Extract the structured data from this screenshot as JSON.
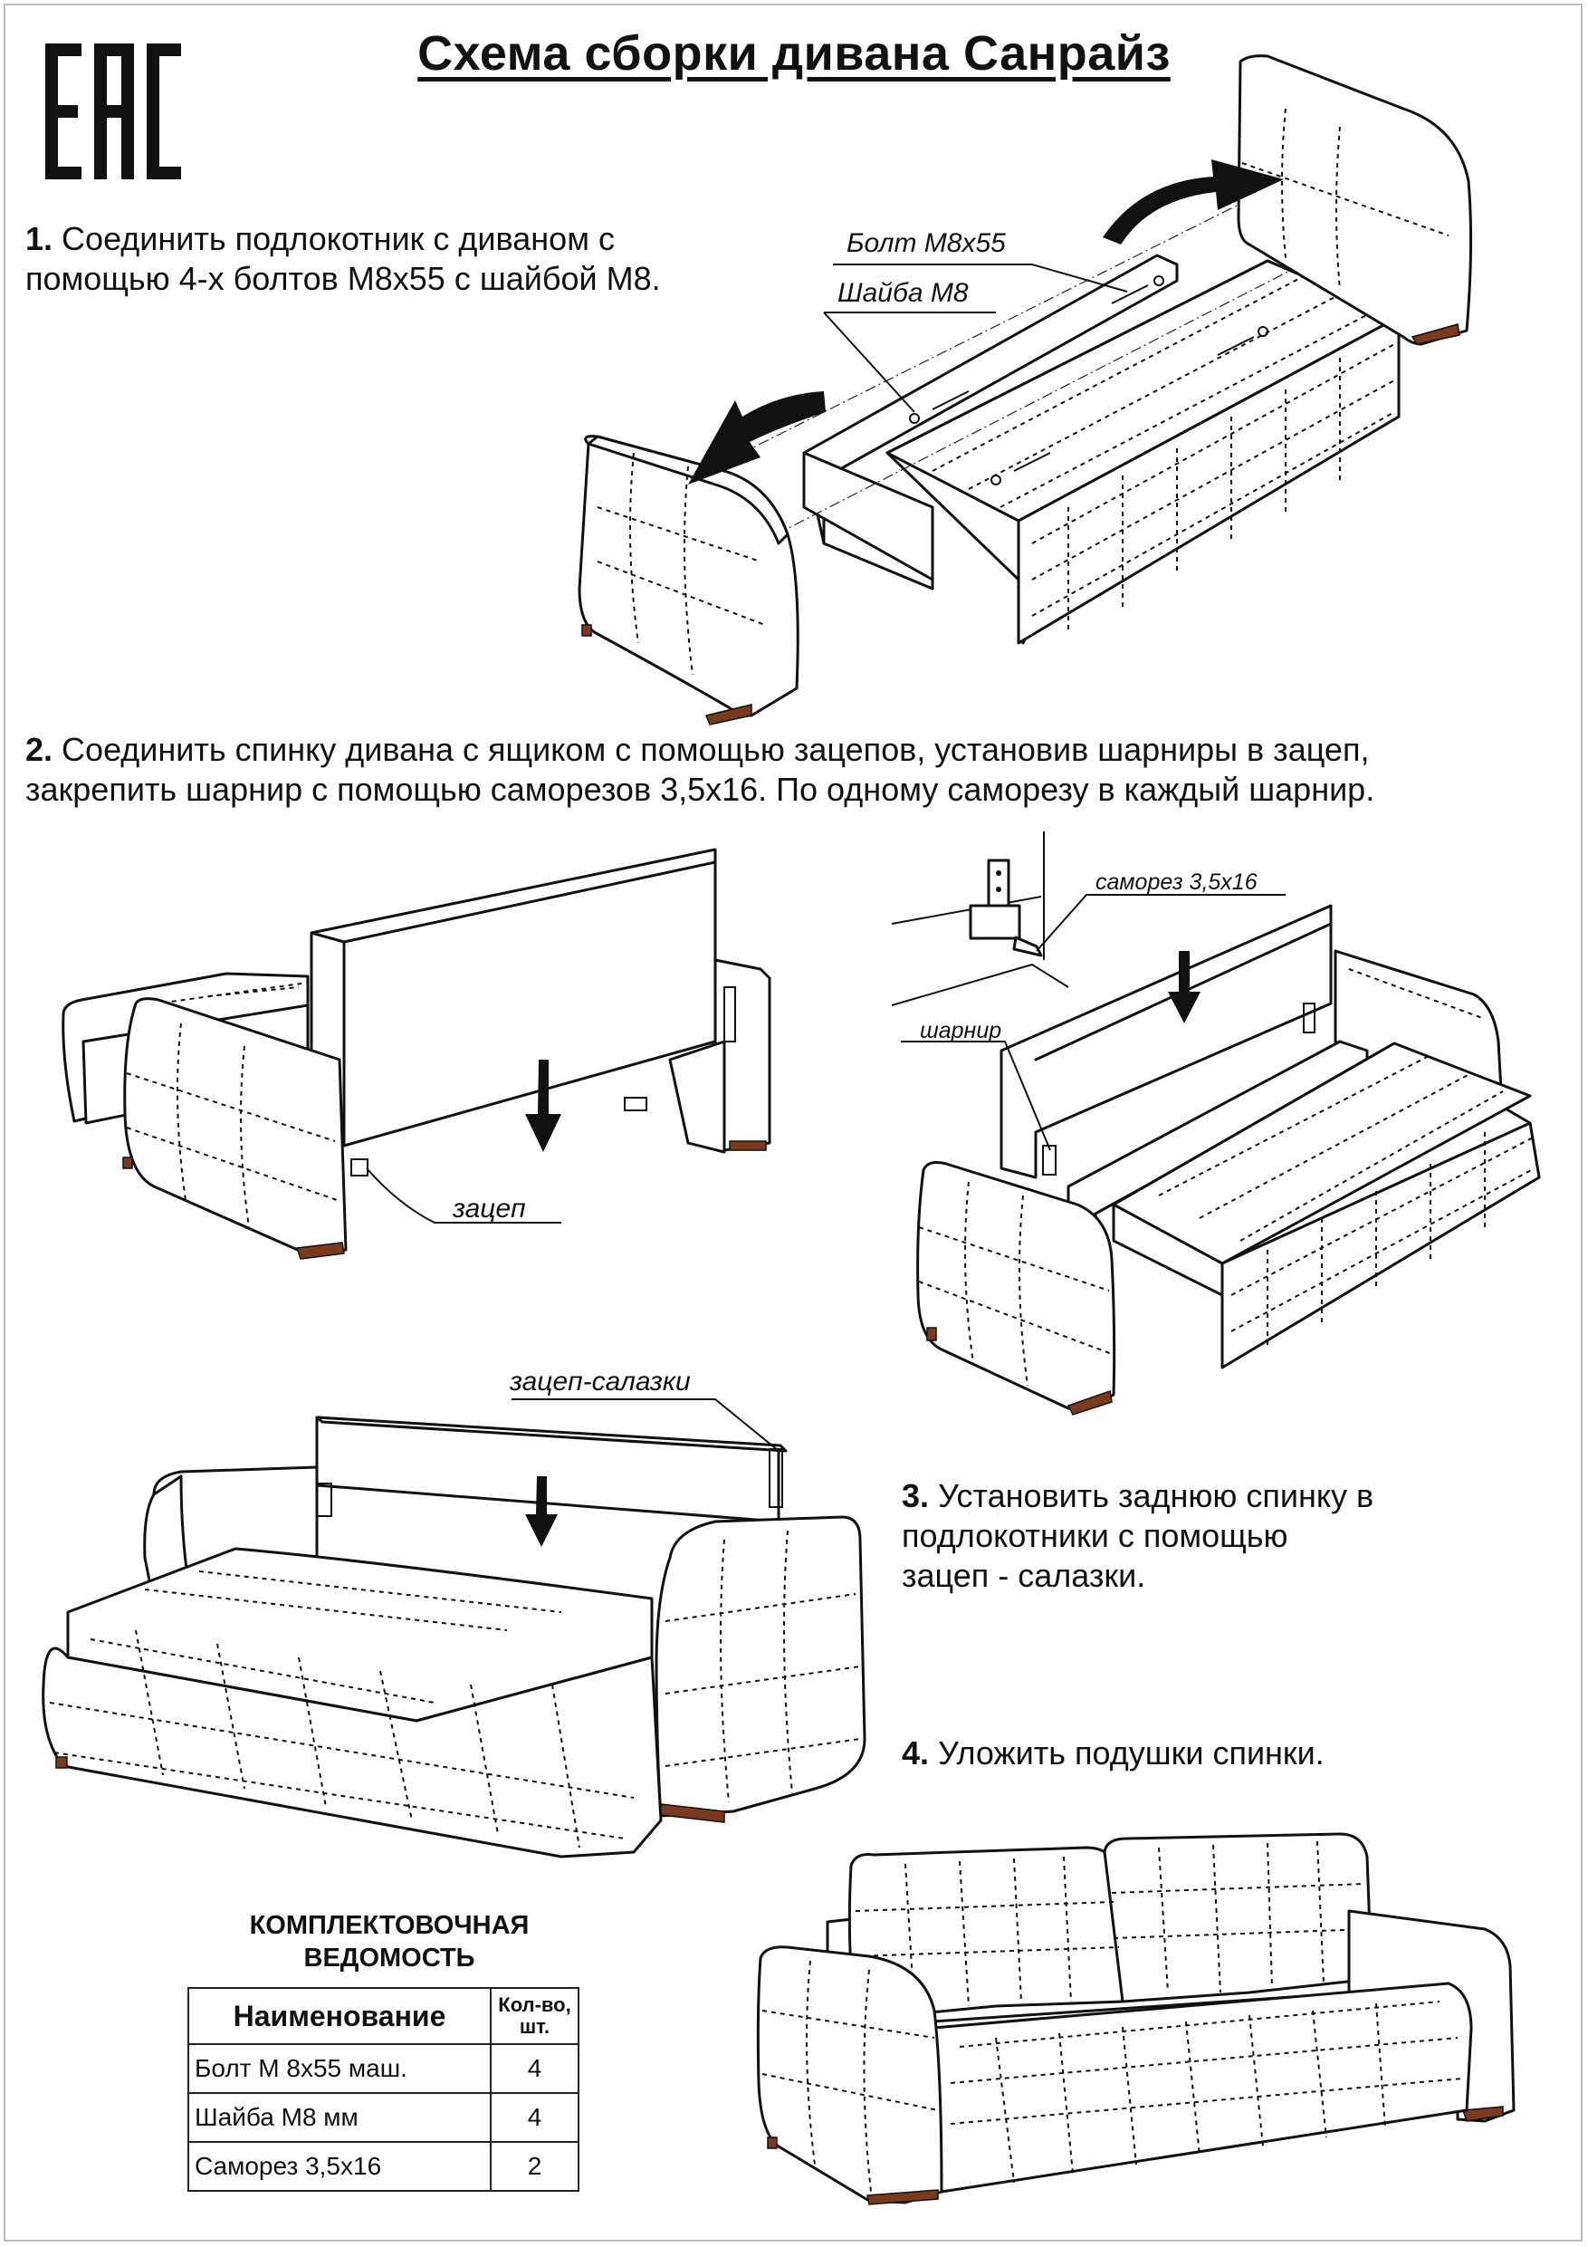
{
  "logo": {
    "text": "EAC"
  },
  "title": "Схема сборки дивана Санрайз",
  "steps": [
    {
      "num": "1.",
      "text": "Соединить подлокотник с диваном с\nпомощью 4-х болтов М8х55 с шайбой М8."
    },
    {
      "num": "2.",
      "text": "Соединить спинку дивана с ящиком  с помощью зацепов, установив шарниры в зацеп,\nзакрепить шарнир с помощью саморезов 3,5х16. По одному саморезу в каждый шарнир."
    },
    {
      "num": "3.",
      "text": "Установить заднюю спинку в\nподлокотники с помощью\nзацеп - салазки."
    },
    {
      "num": "4.",
      "text": "Уложить подушки спинки."
    }
  ],
  "callouts": {
    "bolt": "Болт М8х55",
    "washer": "Шайба М8",
    "hook": "зацеп",
    "screw": "саморез 3,5х16",
    "hinge": "шарнир",
    "slide_hook": "зацеп-салазки"
  },
  "spec": {
    "title": "КОМПЛЕКТОВОЧНАЯ\nВЕДОМОСТЬ",
    "headers": {
      "name": "Наименование",
      "qty": "Кол-во,\nшт."
    },
    "rows": [
      {
        "name": "Болт М 8х55 маш.",
        "qty": "4"
      },
      {
        "name": "Шайба М8 мм",
        "qty": "4"
      },
      {
        "name": "Саморез 3,5х16",
        "qty": "2"
      }
    ]
  },
  "colors": {
    "ink": "#111111",
    "leg": "#7a3b1c",
    "frame": "#bbbbbb"
  }
}
